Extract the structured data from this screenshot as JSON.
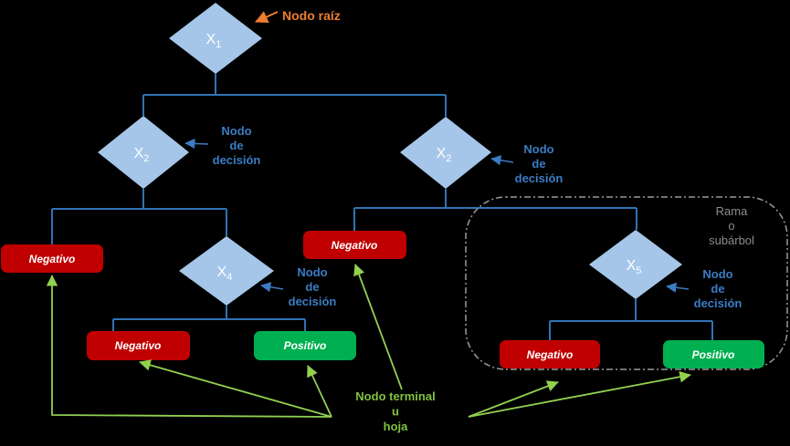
{
  "diagram": {
    "type": "decision-tree",
    "colors": {
      "background": "#000000",
      "diamond_fill": "#A5C6E9",
      "connector_blue": "#2E74B5",
      "negative_red": "#C00000",
      "positive_green": "#00B050",
      "decision_label_blue": "#3B7CC4",
      "root_label_orange": "#ED7D31",
      "branch_label_gray": "#8C8C8C",
      "terminal_label_green": "#7FC241",
      "terminal_arrow_green": "#92D050",
      "node_text": "#FFFFFF"
    },
    "nodes": {
      "x1": {
        "base": "X",
        "sub": "1"
      },
      "x2_left": {
        "base": "X",
        "sub": "2"
      },
      "x2_right": {
        "base": "X",
        "sub": "2"
      },
      "x4": {
        "base": "X",
        "sub": "4"
      },
      "x5": {
        "base": "X",
        "sub": "5"
      }
    },
    "leaves": {
      "negative_left": "Negativo",
      "negative_middle": "Negativo",
      "negative_bottom_left": "Negativo",
      "positive_bottom": "Positivo",
      "negative_subtree": "Negativo",
      "positive_subtree": "Positivo"
    },
    "annotations": {
      "root": "Nodo raíz",
      "decision_labels": [
        {
          "lines": [
            "Nodo",
            "de",
            "decisión"
          ]
        },
        {
          "lines": [
            "Nodo",
            "de",
            "decisión"
          ]
        },
        {
          "lines": [
            "Nodo",
            "de",
            "decisión"
          ]
        },
        {
          "lines": [
            "Nodo",
            "de",
            "decisión"
          ]
        }
      ],
      "branch": {
        "lines": [
          "Rama",
          "o",
          "subárbol"
        ]
      },
      "terminal": {
        "lines": [
          "Nodo terminal",
          "u",
          "hoja"
        ]
      }
    }
  }
}
